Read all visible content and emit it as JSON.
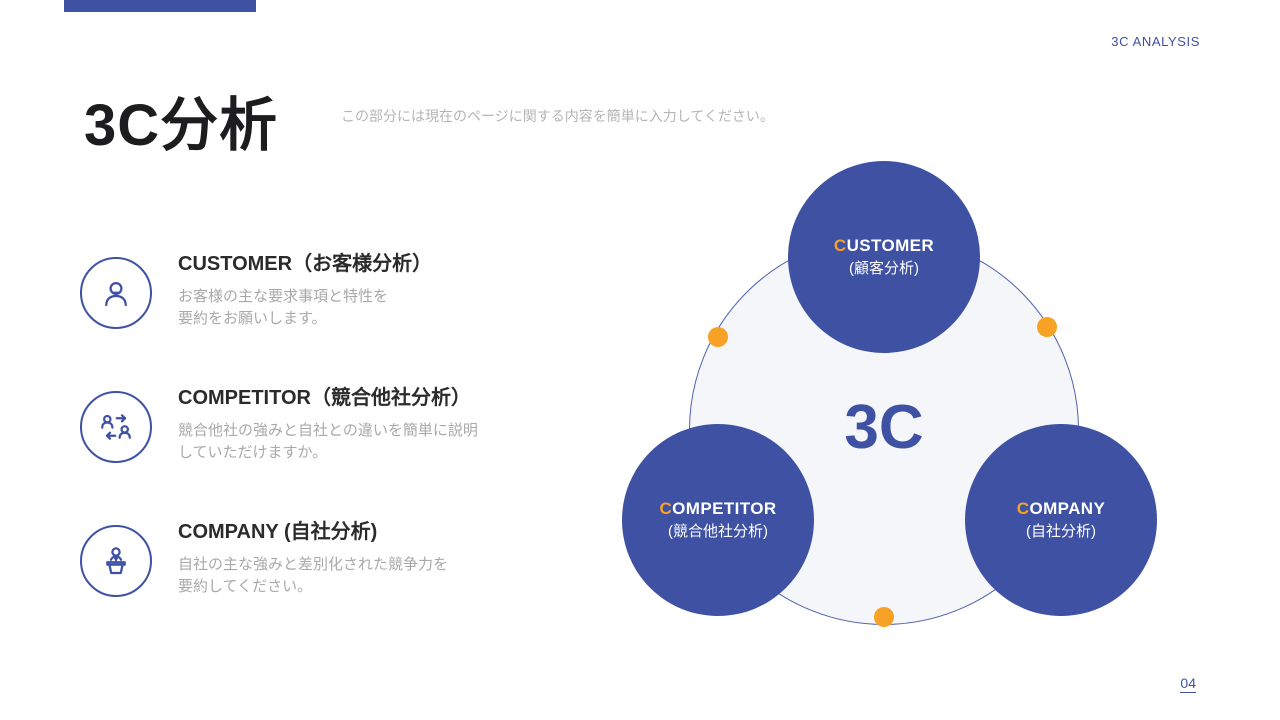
{
  "page": {
    "header_label": "3C ANALYSIS",
    "title": "3C分析",
    "subtitle": "この部分には現在のページに関する内容を簡単に入力してください。",
    "page_number": "04"
  },
  "list": {
    "items": [
      {
        "icon": "customer-icon",
        "heading": "CUSTOMER（お客様分析）",
        "body_line1": "お客様の主な要求事項と特性を",
        "body_line2": "要約をお願いします。"
      },
      {
        "icon": "competitor-icon",
        "heading": "COMPETITOR（競合他社分析）",
        "body_line1": "競合他社の強みと自社との違いを簡単に説明",
        "body_line2": "していただけますか。"
      },
      {
        "icon": "company-icon",
        "heading": "COMPANY (自社分析)",
        "body_line1": "自社の主な強みと差別化された競争力を",
        "body_line2": "要約してください。"
      }
    ]
  },
  "diagram": {
    "center_label": "3C",
    "nodes": [
      {
        "first_letter": "C",
        "rest": "USTOMER",
        "sub": "(顧客分析)"
      },
      {
        "first_letter": "C",
        "rest": "OMPETITOR",
        "sub": "(競合他社分析)"
      },
      {
        "first_letter": "C",
        "rest": "OMPANY",
        "sub": "(自社分析)"
      }
    ]
  },
  "colors": {
    "primary_blue": "#3E51A3",
    "accent_orange": "#F7A224",
    "gray_text": "#a9a9a9",
    "dark_text": "#2b2b2b",
    "circle_fill": "#f4f6fa"
  }
}
